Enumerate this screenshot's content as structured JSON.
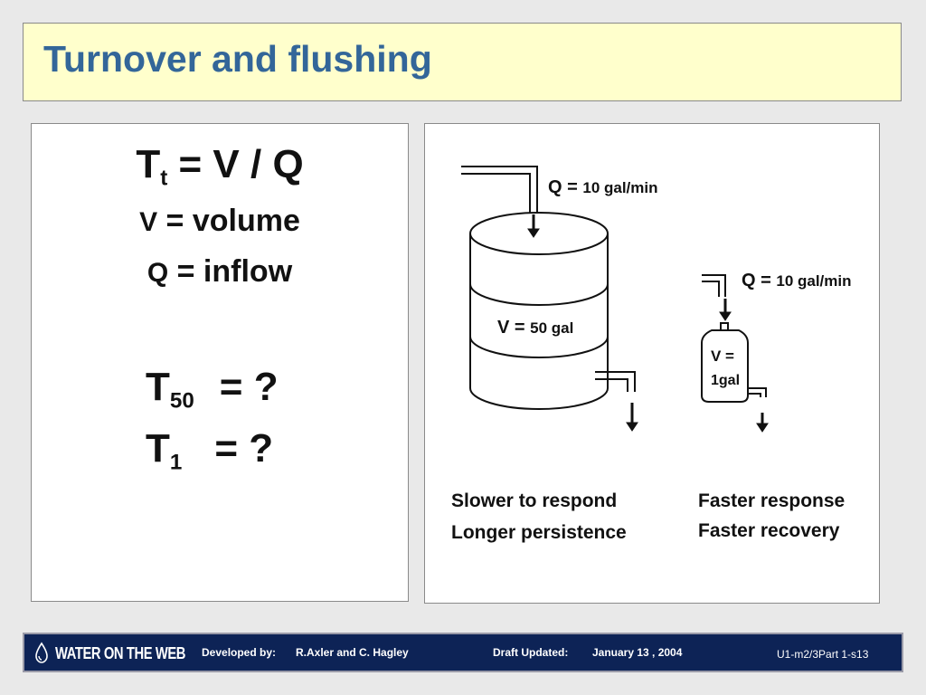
{
  "title": "Turnover and flushing",
  "formulas": {
    "main": {
      "T": "T",
      "sub": "t",
      "rest": " = V / Q"
    },
    "v_def": {
      "letter": "V",
      "rest": " = volume"
    },
    "q_def": {
      "letter": "Q",
      "rest": " = inflow"
    },
    "t50": {
      "T": "T",
      "sub": "50",
      "eq": "= ?"
    },
    "t1": {
      "T": "T",
      "sub": "1",
      "eq": "= ?"
    }
  },
  "diagram": {
    "large": {
      "flow_label": "Q = ",
      "flow_value": "10 gal/min",
      "volume_label": "V = ",
      "volume_value": "50 gal",
      "caption_line1": "Slower to respond",
      "caption_line2": "Longer persistence"
    },
    "small": {
      "flow_label": "Q = ",
      "flow_value": "10 gal/min",
      "volume_label": "V =",
      "volume_value": "1gal",
      "caption_line1": "Faster response",
      "caption_line2": "Faster recovery"
    }
  },
  "footer": {
    "logo_text": "WATER ON THE WEB",
    "dev_label": "Developed by:",
    "dev_names": "R.Axler and C. Hagley",
    "draft_label": "Draft Updated:",
    "draft_date": "January 13 , 2004",
    "slide_code": "U1-m2/3Part 1-s13"
  }
}
